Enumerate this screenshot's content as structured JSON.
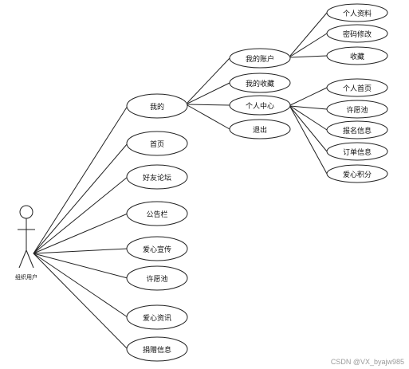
{
  "actor": {
    "label": "组织用户"
  },
  "use_cases": {
    "main": [
      "我的",
      "首页",
      "好友论坛",
      "公告栏",
      "爱心宣传",
      "许愿池",
      "爱心资讯",
      "捐赠信息"
    ],
    "my": [
      "我的账户",
      "我的收藏",
      "个人中心",
      "退出"
    ],
    "account": [
      "个人资料",
      "密码修改",
      "收藏"
    ],
    "center": [
      "个人首页",
      "许愿池",
      "报名信息",
      "订单信息",
      "爱心积分"
    ]
  },
  "watermark": "CSDN @VX_byajw985"
}
